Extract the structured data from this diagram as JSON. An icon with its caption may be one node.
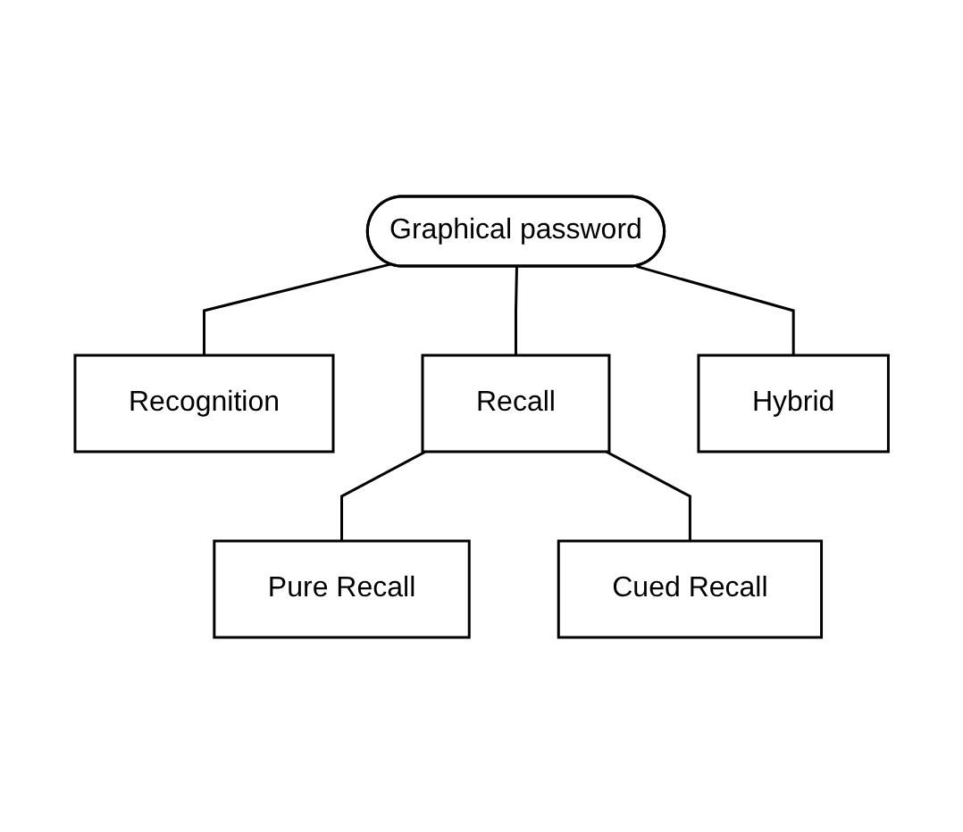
{
  "diagram": {
    "nodes": [
      {
        "text": [
          "Graphical password"
        ]
      },
      {
        "text": [
          "Recognition"
        ]
      },
      {
        "text": [
          "Recall"
        ]
      },
      {
        "text": [
          "Hybrid"
        ]
      },
      {
        "text": [
          "Pure Recall"
        ]
      },
      {
        "text": [
          "Cued Recall"
        ]
      }
    ],
    "edges": [
      {
        "from": 0,
        "to": 1,
        "arrow": "none"
      },
      {
        "from": 0,
        "to": 2,
        "arrow": "none"
      },
      {
        "from": 0,
        "to": 3,
        "arrow": "none"
      },
      {
        "from": 2,
        "to": 4,
        "arrow": "none"
      },
      {
        "from": 2,
        "to": 5,
        "arrow": "none"
      }
    ]
  }
}
